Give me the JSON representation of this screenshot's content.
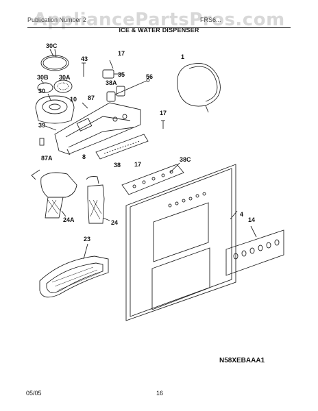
{
  "watermark": "AppliancePartsPros.com",
  "header": {
    "publication": "Publication Number 2",
    "model": "FRS6...",
    "section_title": "ICE & WATER DISPENSER"
  },
  "labels": {
    "l30C": "30C",
    "l43": "43",
    "l17a": "17",
    "l35": "35",
    "l1": "1",
    "l56": "56",
    "l30B": "30B",
    "l30A": "30A",
    "l38A": "38A",
    "l30": "30",
    "l87": "87",
    "l10": "10",
    "l17b": "17",
    "l39": "39",
    "l8": "8",
    "l87A": "87A",
    "l38": "38",
    "l17c": "17",
    "l38C": "38C",
    "l4": "4",
    "l14": "14",
    "l24A": "24A",
    "l24": "24",
    "l23": "23"
  },
  "diagram_code": "N58XEBAAA1",
  "footer": {
    "date": "05/05",
    "page": "16"
  }
}
